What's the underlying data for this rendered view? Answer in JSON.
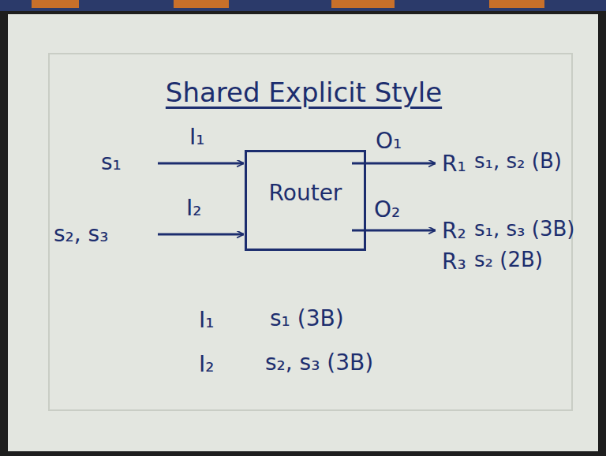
{
  "diagram": {
    "title": "Shared Explicit Style",
    "nodes": [
      {
        "text": [
          "Router"
        ]
      }
    ],
    "labels": [
      "s₁",
      "I₁",
      "s₂, s₃",
      "I₂",
      "O₁",
      "R₁",
      "s₁, s₂ (B)",
      "O₂",
      "R₂",
      "s₁, s₃ (3B)",
      "R₃",
      "s₂ (2B)",
      "I₁",
      "s₁ (3B)",
      "I₂",
      "s₂, s₃ (3B)"
    ]
  }
}
